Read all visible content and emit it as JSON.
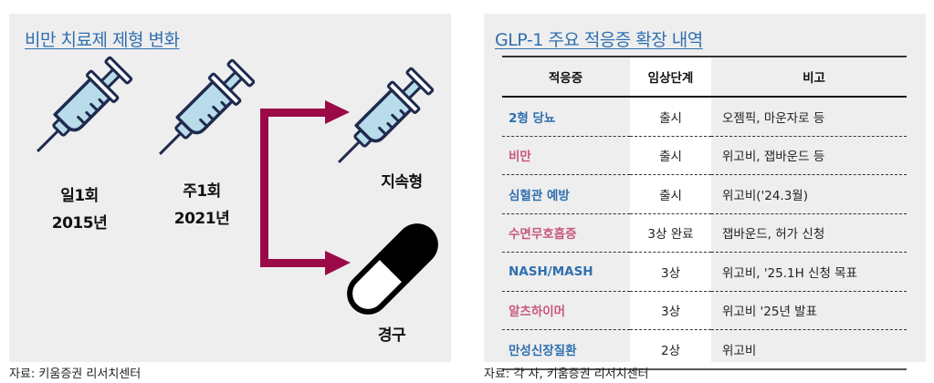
{
  "left": {
    "title": "비만 치료제 제형 변화",
    "stages": [
      {
        "line1": "일1회",
        "line2": "2015년"
      },
      {
        "line1": "주1회",
        "line2": "2021년"
      }
    ],
    "branches": [
      "지속형",
      "경구"
    ],
    "source": "자료: 키움증권 리서치센터",
    "colors": {
      "arrow": "#9b0a47",
      "syringe_fill": "#b9dcea",
      "outline": "#1f2a4f"
    }
  },
  "right": {
    "title": "GLP-1 주요 적응증 확장 내역",
    "headers": [
      "적응증",
      "임상단계",
      "비고"
    ],
    "rows": [
      {
        "indication": "2형 당뇨",
        "phase": "출시",
        "note": "오젬픽, 마운자로 등",
        "color": "#2f6fb0"
      },
      {
        "indication": "비만",
        "phase": "출시",
        "note": "위고비, 잽바운드 등",
        "color": "#c8577f"
      },
      {
        "indication": "심혈관 예방",
        "phase": "출시",
        "note": "위고비('24.3월)",
        "color": "#2f6fb0"
      },
      {
        "indication": "수면무호흡증",
        "phase": "3상 완료",
        "note": "잽바운드, 허가 신청",
        "color": "#c8577f"
      },
      {
        "indication": "NASH/MASH",
        "phase": "3상",
        "note": "위고비, '25.1H 신청 목표",
        "color": "#2f6fb0"
      },
      {
        "indication": "알츠하이머",
        "phase": "3상",
        "note": "위고비 '25년 발표",
        "color": "#c8577f"
      },
      {
        "indication": "만성신장질환",
        "phase": "2상",
        "note": "위고비",
        "color": "#2f6fb0"
      }
    ],
    "source": "자료: 각 사, 키움증권 리서치센터"
  }
}
